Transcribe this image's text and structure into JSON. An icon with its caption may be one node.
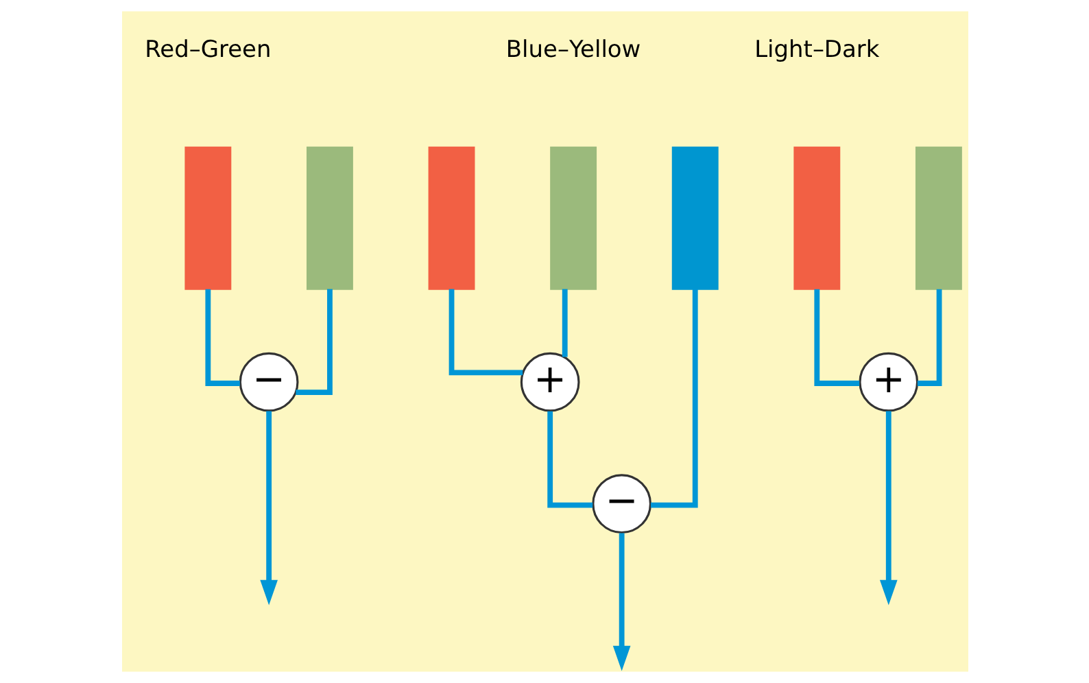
{
  "diagram": {
    "nodes": [
      {
        "text": [],
        "shape": "bar"
      },
      {
        "text": [],
        "shape": "bar"
      },
      {
        "text": [],
        "shape": "bar"
      },
      {
        "text": [],
        "shape": "bar"
      },
      {
        "text": [],
        "shape": "bar"
      },
      {
        "text": [],
        "shape": "bar"
      },
      {
        "text": [],
        "shape": "bar"
      },
      {
        "text": [
          "−"
        ]
      },
      {
        "text": [
          "+"
        ]
      },
      {
        "text": [
          "+"
        ]
      },
      {
        "text": [
          "−"
        ]
      }
    ],
    "edges": [
      {
        "from": 0,
        "to": 7,
        "arrow": "none"
      },
      {
        "from": 1,
        "to": 7,
        "arrow": "none"
      },
      {
        "from": 7,
        "to": null,
        "arrow": "to"
      },
      {
        "from": 2,
        "to": 8,
        "arrow": "none"
      },
      {
        "from": 3,
        "to": 8,
        "arrow": "none"
      },
      {
        "from": 8,
        "to": 10,
        "arrow": "none"
      },
      {
        "from": 4,
        "to": 10,
        "arrow": "none"
      },
      {
        "from": 10,
        "to": null,
        "arrow": "to"
      },
      {
        "from": 5,
        "to": 9,
        "arrow": "none"
      },
      {
        "from": 6,
        "to": 9,
        "arrow": "none"
      },
      {
        "from": 9,
        "to": null,
        "arrow": "to"
      }
    ],
    "labels": [
      "Red–Green",
      "Blue–Yellow",
      "Light–Dark"
    ]
  }
}
